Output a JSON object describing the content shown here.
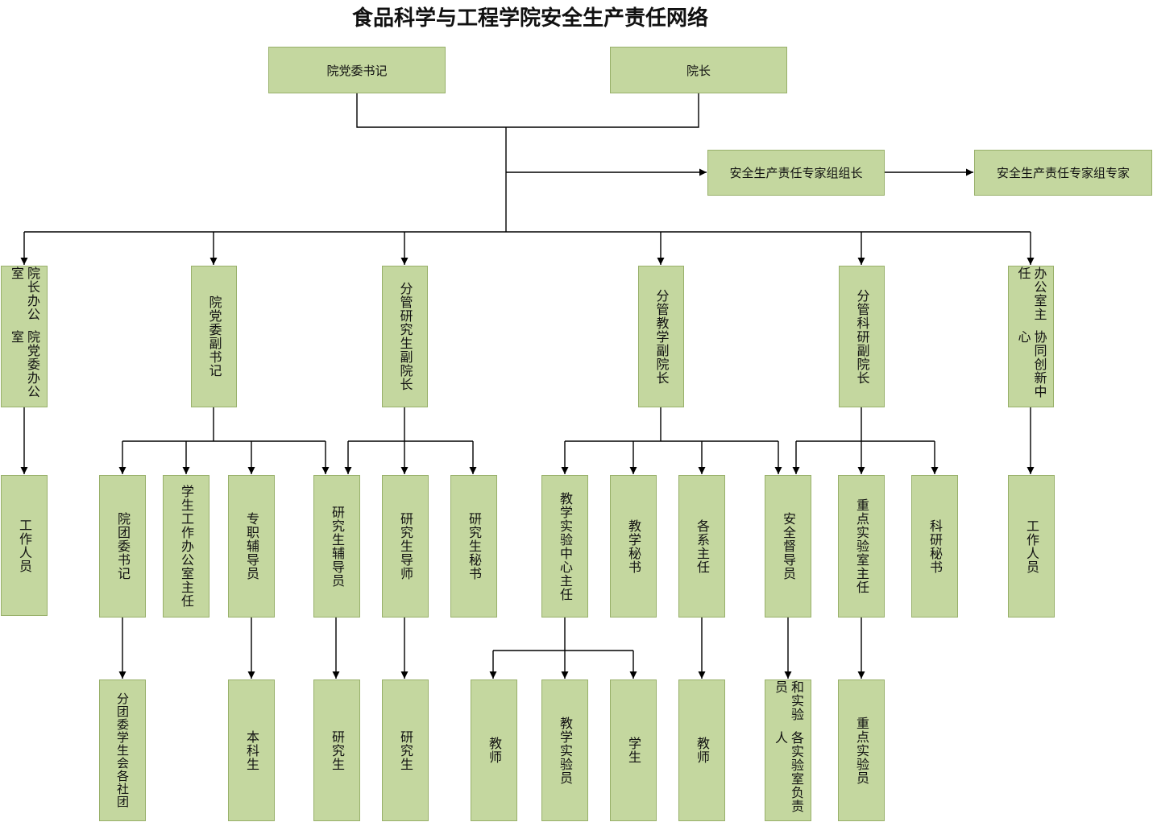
{
  "title": "食品科学与工程学院安全生产责任网络",
  "colors": {
    "node_fill": "#C4D79F",
    "node_border": "#98B06A",
    "line": "#000000"
  },
  "nodes": {
    "party_secretary": "院党委书记",
    "dean": "院长",
    "expert_leader": "安全生产责任专家组组长",
    "expert_member": "安全生产责任专家组专家",
    "office": [
      "院党委办公室",
      "院长办公室"
    ],
    "deputy_party_secretary": "院党委副书记",
    "vp_graduate": "分管研究生副院长",
    "vp_teaching": "分管教学副院长",
    "vp_research": "分管科研副院长",
    "innovation_center": [
      "协同创新中心",
      "办公室主任"
    ],
    "office_staff": "工作人员",
    "youth_league_secretary": "院团委书记",
    "student_affairs_director": "学生工作办公室主任",
    "fulltime_counselor": "专职辅导员",
    "graduate_counselor": "研究生辅导员",
    "graduate_supervisor": "研究生导师",
    "graduate_secretary": "研究生秘书",
    "teaching_lab_director": "教学实验中心主任",
    "teaching_secretary": "教学秘书",
    "department_heads": "各系主任",
    "safety_supervisor": "安全督导员",
    "key_lab_director": "重点实验室主任",
    "research_secretary": "科研秘书",
    "center_staff": "工作人员",
    "student_orgs": [
      "各社团",
      "学生会",
      "分团委"
    ],
    "undergraduates": "本科生",
    "grad_students_a": "研究生",
    "grad_students_b": "研究生",
    "teachers_a": "教师",
    "lab_technicians": "教学实验员",
    "students": "学生",
    "teachers_b": "教师",
    "lab_heads": [
      "各实验室负责人",
      "和实验员"
    ],
    "key_lab_technicians": "重点实验员"
  }
}
